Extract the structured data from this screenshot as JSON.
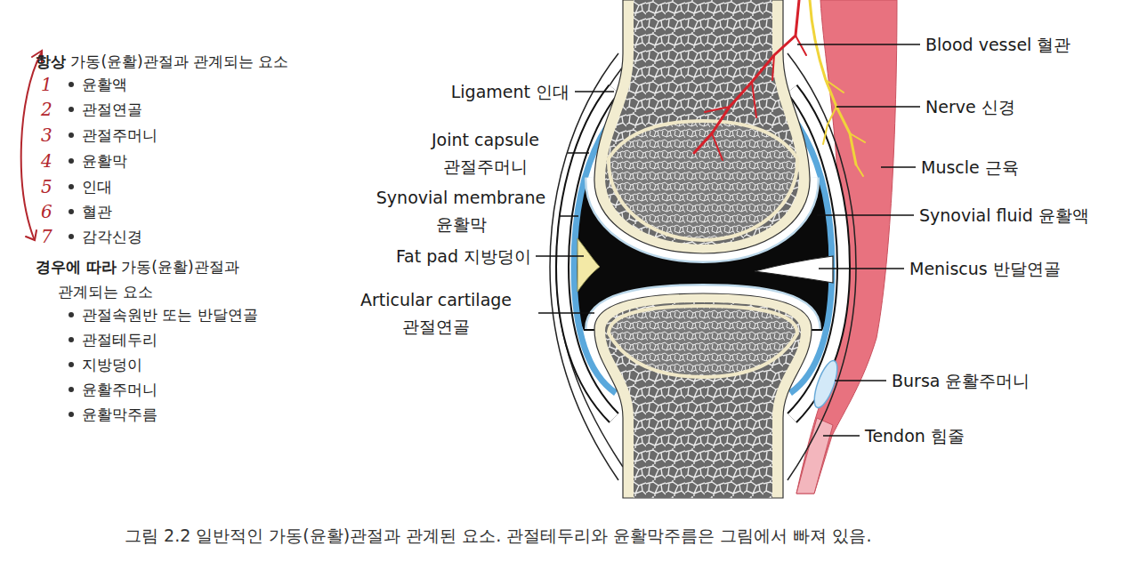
{
  "diagram": {
    "caption": "그림 2.2 일반적인 가동(윤활)관절과 관계된 요소. 관절테두리와 윤활막주름은 그림에서 빠져 있음.",
    "labels": [
      "항상",
      "가동(윤활)관절과 관계되는 요소",
      "1",
      "윤활액",
      "2",
      "관절연골",
      "3",
      "관절주머니",
      "4",
      "윤활막",
      "5",
      "인대",
      "6",
      "혈관",
      "7",
      "감각신경",
      "경우에 따라",
      "가동(윤활)관절과 관계되는 요소",
      "관절속원반 또는 반달연골",
      "관절테두리",
      "지방덩이",
      "윤활주머니",
      "윤활막주름",
      "Ligament 인대",
      "Joint capsule 관절주머니",
      "Synovial membrane 윤활막",
      "Fat pad 지방덩이",
      "Articular cartilage 관절연골",
      "Blood vessel 혈관",
      "Nerve 신경",
      "Muscle 근육",
      "Synovial fluid 윤활액",
      "Meniscus 반달연골",
      "Bursa 윤활주머니",
      "Tendon 힘줄"
    ]
  }
}
